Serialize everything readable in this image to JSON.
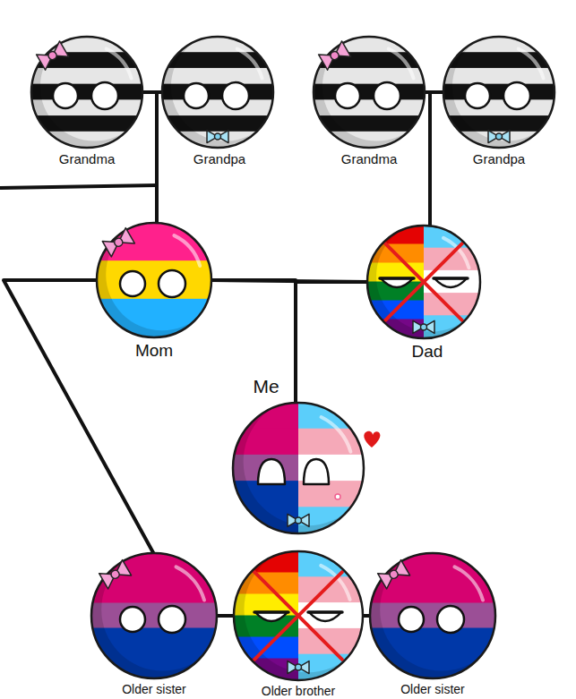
{
  "diagram": {
    "nodes": [
      {
        "text": [
          "Grandma"
        ]
      },
      {
        "text": [
          "Grandpa"
        ]
      },
      {
        "text": [
          "Grandma"
        ]
      },
      {
        "text": [
          "Grandpa"
        ]
      },
      {
        "text": [
          "Mom"
        ]
      },
      {
        "text": [
          "Dad"
        ]
      },
      {
        "text": [
          "Me"
        ]
      },
      {
        "text": [
          "Older sister"
        ]
      },
      {
        "text": [
          "Older brother"
        ]
      },
      {
        "text": [
          "Older sister"
        ]
      }
    ],
    "edges": [
      {
        "from": 0,
        "to": 1,
        "arrow": "none"
      },
      {
        "from": 2,
        "to": 3,
        "arrow": "none"
      },
      {
        "from": 0,
        "to": 4,
        "arrow": "none"
      },
      {
        "from": 1,
        "to": 4,
        "arrow": "none"
      },
      {
        "from": 2,
        "to": 5,
        "arrow": "none"
      },
      {
        "from": 3,
        "to": 5,
        "arrow": "none"
      },
      {
        "from": 4,
        "to": 5,
        "arrow": "none"
      },
      {
        "from": 4,
        "to": 6,
        "arrow": "none"
      },
      {
        "from": 5,
        "to": 6,
        "arrow": "none"
      },
      {
        "from": 4,
        "to": 7,
        "arrow": "none"
      },
      {
        "from": 7,
        "to": 8,
        "arrow": "none"
      },
      {
        "from": 8,
        "to": 9,
        "arrow": "none"
      }
    ]
  }
}
